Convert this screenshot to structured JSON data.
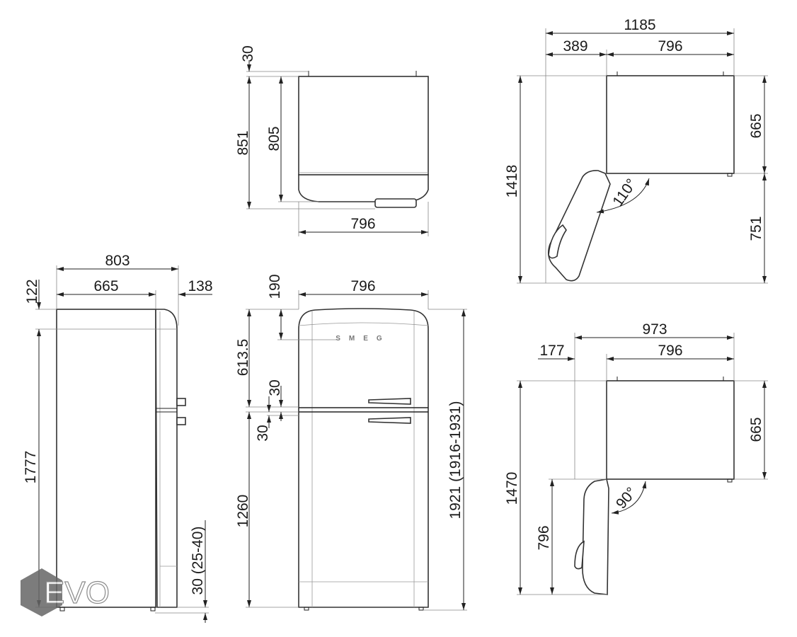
{
  "top_view": {
    "gap": "30",
    "total_depth": "851",
    "body_depth": "805",
    "width": "796"
  },
  "side_view": {
    "total_depth": "803",
    "body_depth": "665",
    "door_depth": "138",
    "top_offset": "122",
    "body_height": "1777",
    "feet": "30 (25-40)"
  },
  "front_view": {
    "width": "796",
    "logo_offset": "190",
    "upper_height": "613.5",
    "gap_upper": "30",
    "gap_lower": "30",
    "lower_height": "1260",
    "total_height": "1921 (1916-1931)",
    "logo_letters": "SMEG"
  },
  "open_110": {
    "total_width": "1185",
    "door_swing": "389",
    "width": "796",
    "total_depth": "1418",
    "body_depth": "665",
    "door_reach": "751",
    "angle": "110°"
  },
  "open_90": {
    "total_width": "973",
    "door_swing": "177",
    "width": "796",
    "total_depth": "1470",
    "body_depth": "665",
    "door_reach": "796",
    "angle": "90°"
  },
  "watermark": "EVO"
}
